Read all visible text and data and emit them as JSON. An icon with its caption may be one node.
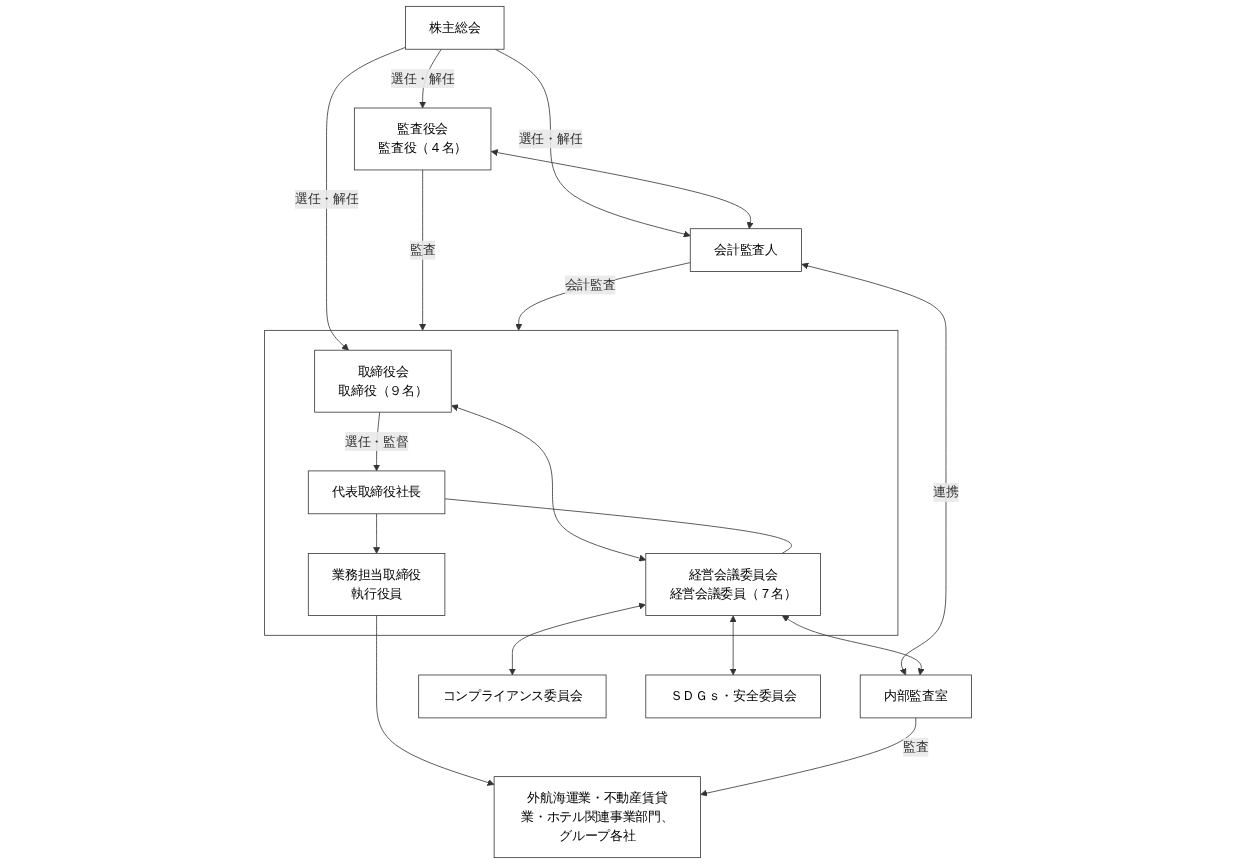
{
  "diagram": {
    "nodes": [
      {
        "text": [
          "株主総会"
        ]
      },
      {
        "text": [],
        "shape": "box"
      },
      {
        "text": [
          "取締役会",
          "取締役（９名）"
        ],
        "in": 1
      },
      {
        "text": [
          "代表取締役社長"
        ],
        "in": 1
      },
      {
        "text": [
          "経営会議委員会",
          "経営会議委員（７名）"
        ],
        "in": 1
      },
      {
        "text": [
          "業務担当取締役",
          "執行役員"
        ],
        "in": 1
      },
      {
        "text": [
          "監査役会",
          "監査役（４名）"
        ]
      },
      {
        "text": [
          "会計監査人"
        ]
      },
      {
        "text": [
          "内部監査室"
        ]
      },
      {
        "text": [
          "コンプライアンス委員会"
        ]
      },
      {
        "text": [
          "ＳＤＧｓ・安全委員会"
        ]
      },
      {
        "text": [
          "外航海運業・不動産賃貸業・ホテル関連事業部門、グループ各社"
        ]
      }
    ],
    "edges": [
      {
        "from": 0,
        "to": 2,
        "arrow": "to",
        "label": "選任・解任"
      },
      {
        "from": 0,
        "to": 6,
        "arrow": "to",
        "label": "選任・解任"
      },
      {
        "from": 0,
        "to": 7,
        "arrow": "to",
        "label": "選任・解任"
      },
      {
        "from": 2,
        "to": 3,
        "arrow": "to",
        "label": "選任・監督"
      },
      {
        "from": 2,
        "to": 4,
        "arrow": "both"
      },
      {
        "from": 3,
        "to": 4,
        "arrow": "none"
      },
      {
        "from": 3,
        "to": 5,
        "arrow": "to"
      },
      {
        "from": 6,
        "to": 1,
        "arrow": "to",
        "label": "監査"
      },
      {
        "from": 7,
        "to": 1,
        "arrow": "to",
        "label": "会計監査"
      },
      {
        "from": 6,
        "to": 7,
        "arrow": "both"
      },
      {
        "from": 7,
        "to": 8,
        "arrow": "both",
        "label": "連携"
      },
      {
        "from": 4,
        "to": 8,
        "arrow": "both"
      },
      {
        "from": 4,
        "to": 9,
        "arrow": "both"
      },
      {
        "from": 4,
        "to": 10,
        "arrow": "both"
      },
      {
        "from": 5,
        "to": 11,
        "arrow": "to"
      },
      {
        "from": 8,
        "to": 11,
        "arrow": "to",
        "label": "監査"
      }
    ]
  }
}
